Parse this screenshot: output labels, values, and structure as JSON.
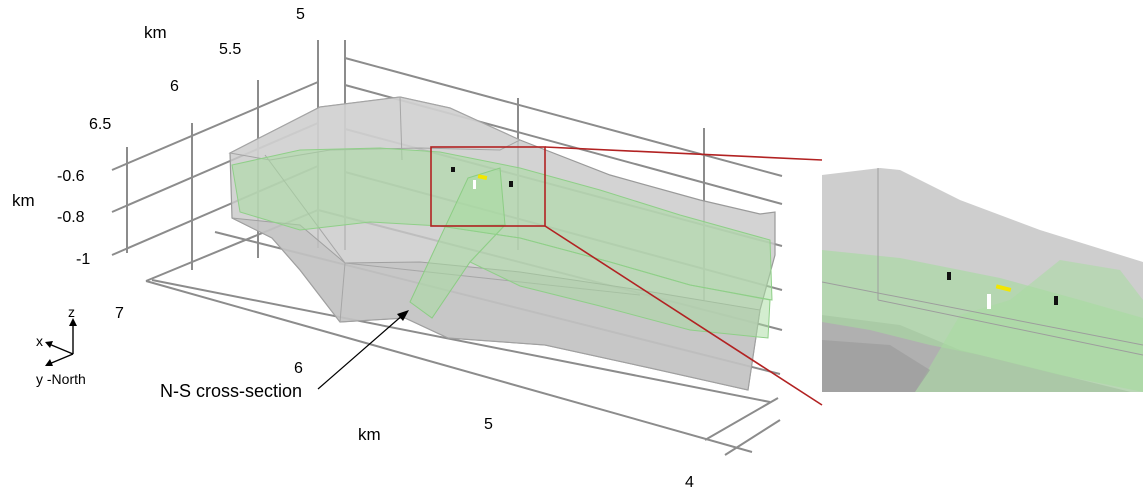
{
  "axes": {
    "top_unit": "km",
    "top_ticks": [
      "5",
      "5.5",
      "6",
      "6.5"
    ],
    "z_unit": "km",
    "z_ticks": [
      "-0.6",
      "-0.8",
      "-1"
    ],
    "bottom_unit": "km",
    "bottom_ticks": [
      "7",
      "6",
      "5",
      "4"
    ]
  },
  "triad": {
    "z": "z",
    "x": "x",
    "y": "y -North"
  },
  "annotation": "N-S cross-section",
  "colors": {
    "body_fill": "#c9c9c9",
    "layer_fill": "#a7dca0",
    "grid": "#8c8c8c",
    "zoom_box": "#b22222",
    "marker_dark": "#111111",
    "marker_white": "#ffffff",
    "marker_yellow": "#f2e600"
  },
  "inset": {
    "markers": [
      "dark",
      "white",
      "yellow",
      "dark"
    ]
  }
}
